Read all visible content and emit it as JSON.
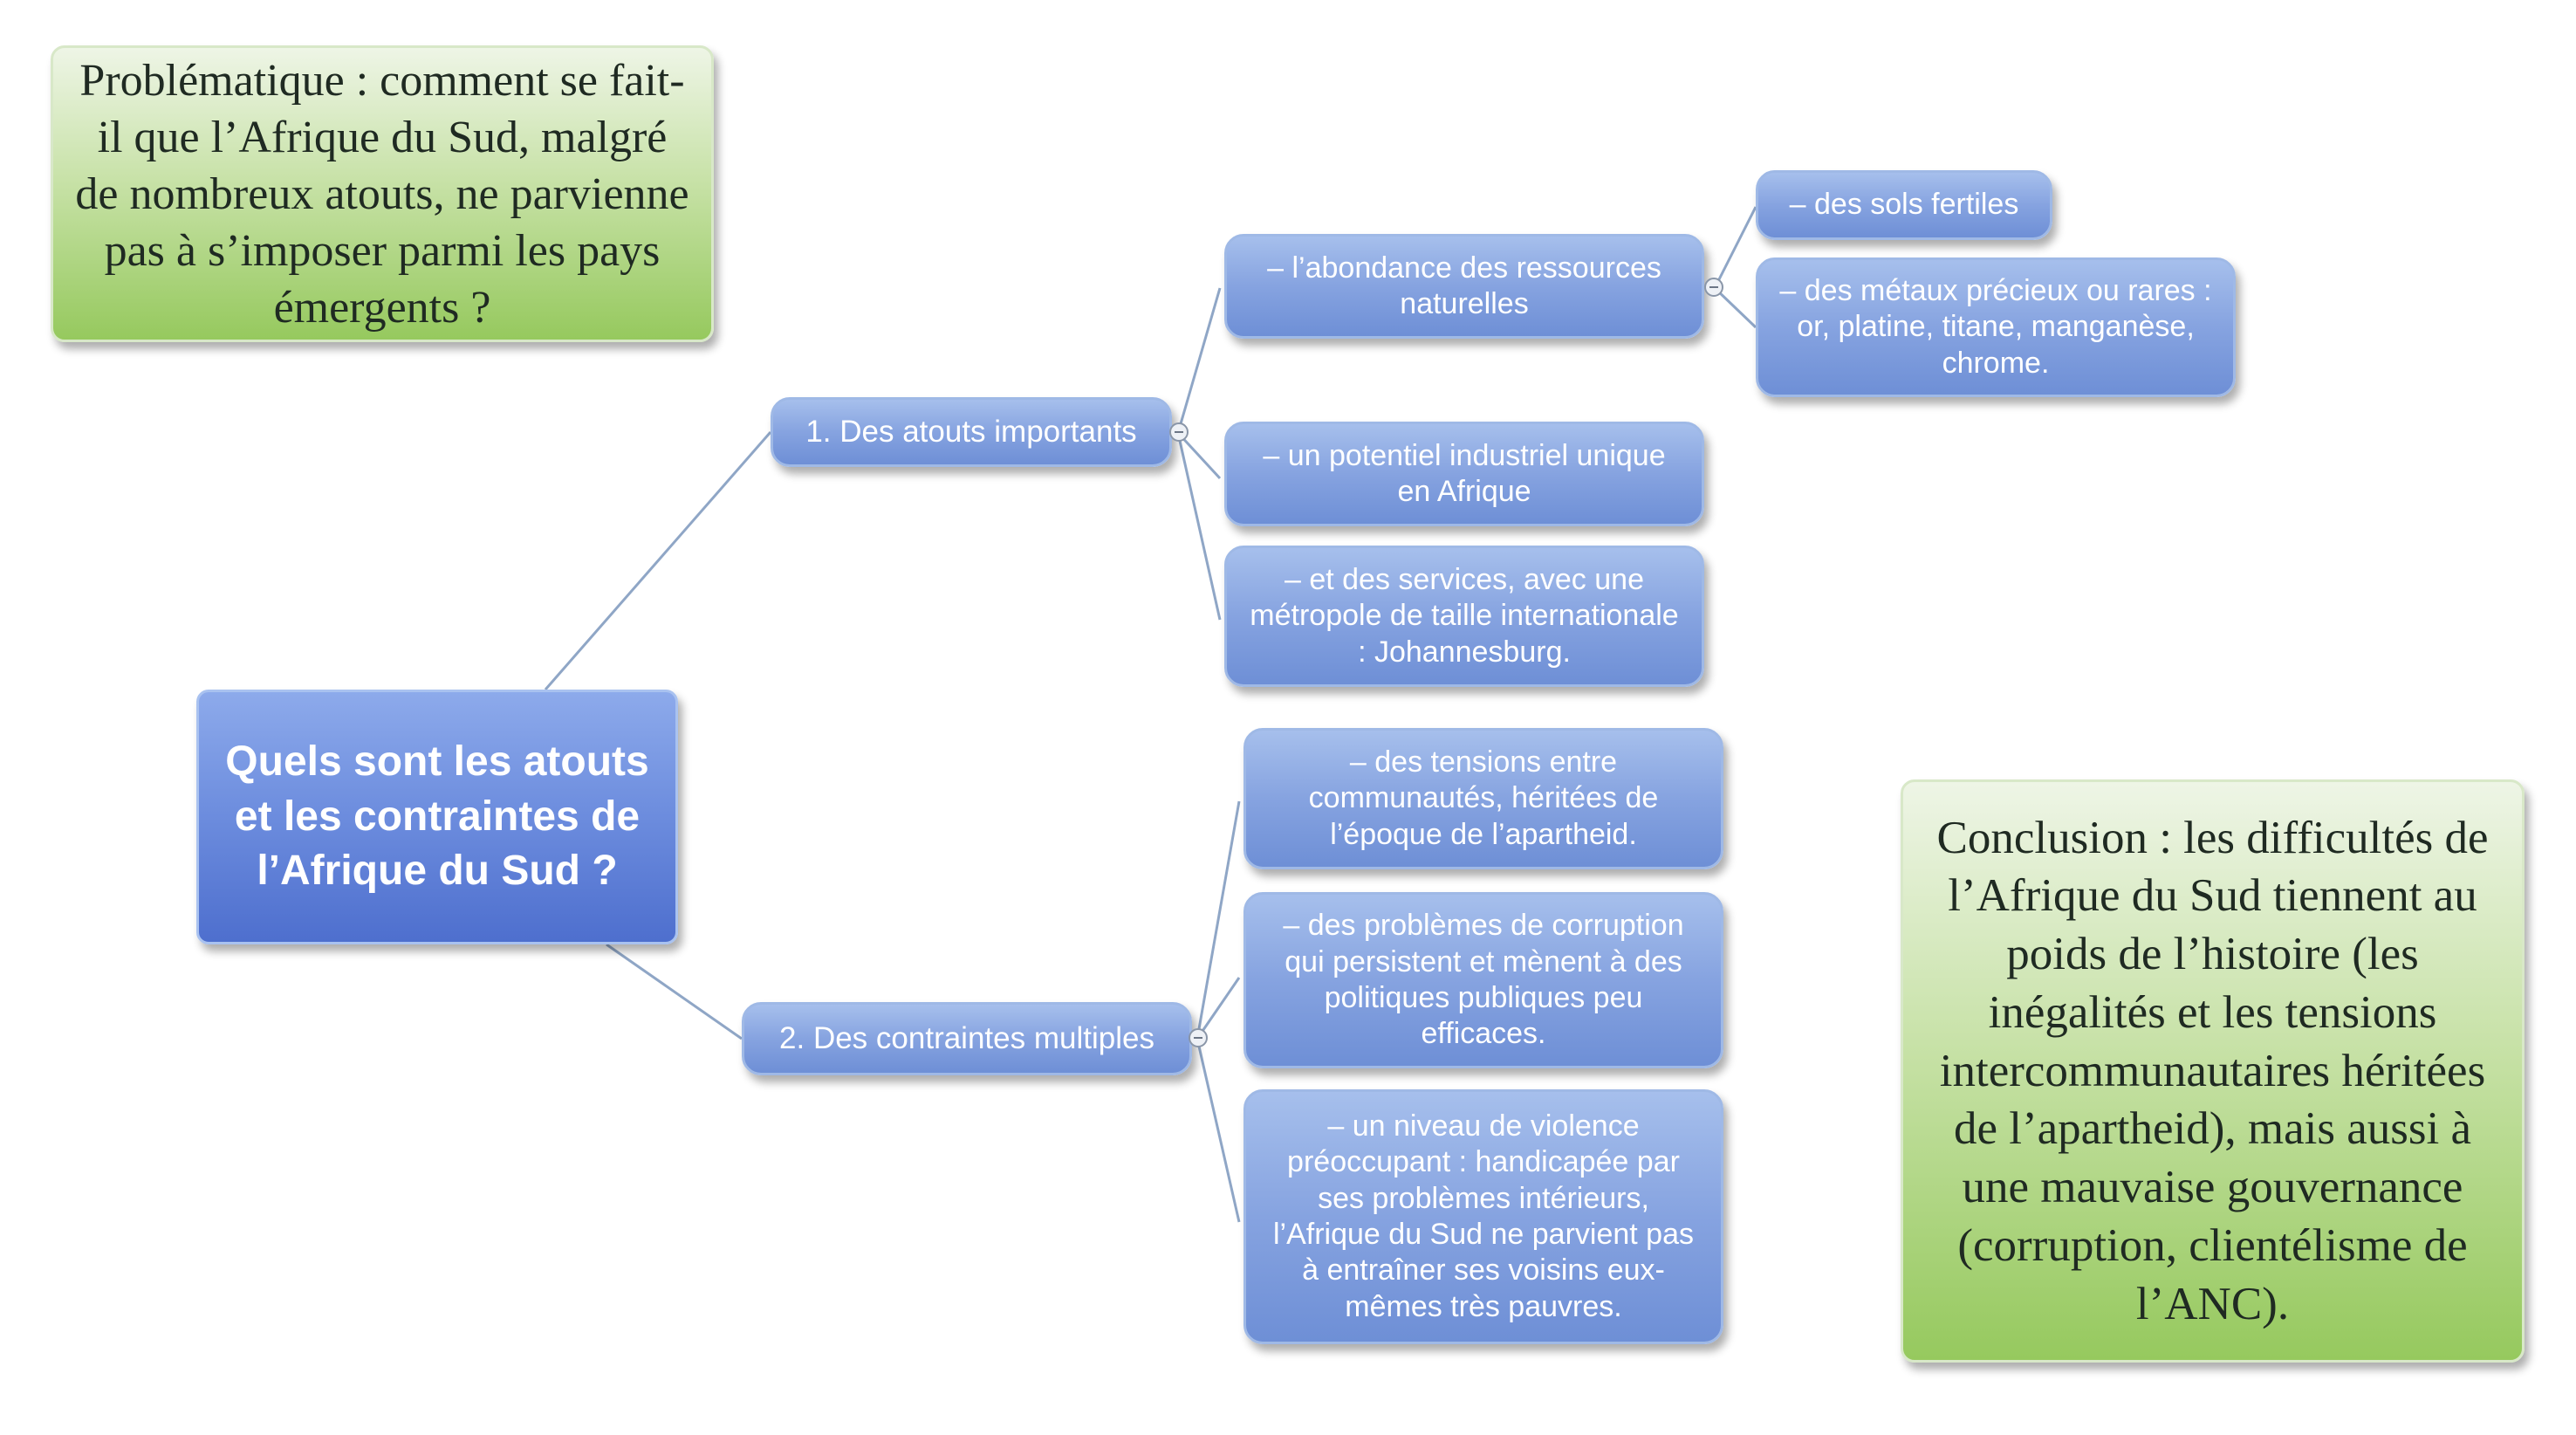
{
  "problem": "Problématique : comment se fait-il que l’Afrique du Sud, malgré de nombreux atouts,  ne parvienne pas à s’imposer parmi les pays émergents ?",
  "central": "Quels sont les atouts et les contraintes de l’Afrique du Sud ?",
  "branch1": {
    "label": "1. Des atouts  importants",
    "children": [
      "– l’abondance des ressources naturelles",
      "– un potentiel industriel unique en Afrique",
      "– et des services, avec une métropole de taille internationale : Johannesburg."
    ],
    "resources": [
      "– des sols fertiles",
      "– des métaux précieux ou rares : or, platine, titane, manganèse, chrome."
    ]
  },
  "branch2": {
    "label": "2.  Des contraintes multiples",
    "children": [
      "– des tensions entre communautés, héritées de l’époque de l’apartheid.",
      "– des problèmes de corruption qui persistent et mènent à des politiques publiques peu efficaces.",
      "– un niveau de violence préoccupant : handicapée par ses problèmes intérieurs, l’Afrique du Sud ne parvient pas à entraîner ses voisins eux-mêmes très pauvres."
    ]
  },
  "conclusion": "Conclusion : les difficultés de l’Afrique du Sud tiennent au poids de l’histoire (les inégalités et les tensions intercommunautaires héritées de l’apartheid), mais aussi à une mauvaise gouvernance (corruption, clientélisme de l’ANC).",
  "colors": {
    "node_blue": "#86a3e0",
    "central_blue": "#5d7ed6",
    "note_green": "#b6d98a",
    "connector": "#8fa6c6"
  }
}
